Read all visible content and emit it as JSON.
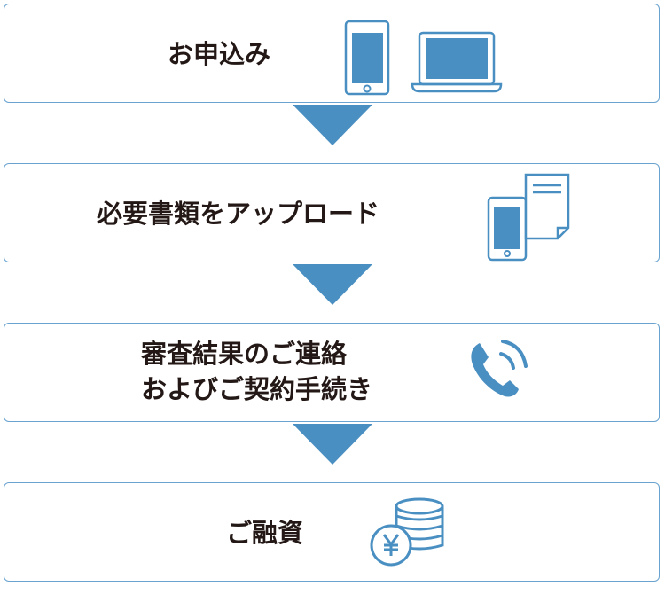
{
  "steps": [
    {
      "label": "お申込み",
      "icons": [
        "smartphone-icon",
        "laptop-icon"
      ]
    },
    {
      "label": "必要書類をアップロード",
      "icons": [
        "smartphone-icon",
        "document-icon"
      ]
    },
    {
      "label_line1": "審査結果のご連絡",
      "label_line2": "およびご契約手続き",
      "icons": [
        "phone-call-icon"
      ]
    },
    {
      "label": "ご融資",
      "icons": [
        "yen-coins-icon"
      ]
    }
  ],
  "colors": {
    "accent": "#4a8fc2",
    "border": "#6aa3d0",
    "text": "#231815"
  }
}
